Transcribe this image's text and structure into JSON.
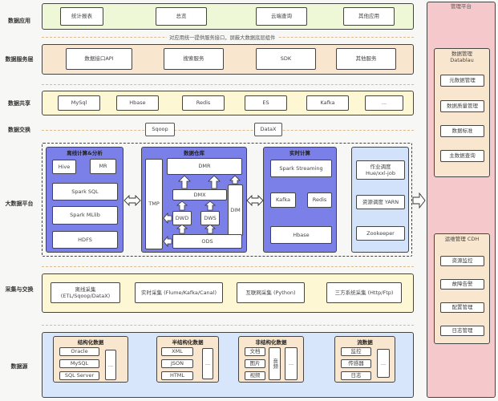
{
  "layers": {
    "application": {
      "label": "数据应用",
      "items": [
        "统计报表",
        "总览",
        "云端查询",
        "其他应用"
      ]
    },
    "service_note": "对应用统一提供服务接口，屏蔽大数据底层组件",
    "service": {
      "label": "数据服务层",
      "items": [
        "数据接口API",
        "搜索服务",
        "SDK",
        "其他服务"
      ]
    },
    "sharing": {
      "label": "数据共享",
      "items": [
        "MySql",
        "Hbase",
        "Redis",
        "ES",
        "Kafka",
        "..."
      ]
    },
    "exchange": {
      "label": "数据交换",
      "items": [
        "Sqoop",
        "DataX"
      ]
    },
    "platform": {
      "label": "大数据平台",
      "offline": {
        "title": "离线计算&分析",
        "items": [
          "Hive",
          "MR",
          "Spark SQL",
          "Spark MLlib",
          "HDFS"
        ]
      },
      "warehouse": {
        "title": "数据仓库",
        "tmp": "TMP",
        "dmr": "DMR",
        "dmx": "DMX",
        "dwd": "DWD",
        "dws": "DWS",
        "dim": "DIM",
        "ods": "ODS"
      },
      "realtime": {
        "title": "实时计算",
        "items": [
          "Spark Streaming",
          "Kafka",
          "Redis",
          "Hbase"
        ]
      },
      "scheduling": {
        "items": [
          {
            "line1": "作业调度",
            "line2": "Hue/xxl-job"
          },
          {
            "line1": "资源调度 YARN"
          },
          {
            "line1": "Zookeeper"
          }
        ]
      }
    },
    "collection": {
      "label": "采集与交换",
      "items": [
        {
          "line1": "离线采集",
          "line2": "(ETL/Sqoop/DataX)"
        },
        {
          "line1": "实时采集 (Flume/Kafka/Canal)"
        },
        {
          "line1": "互联网采集 (Python)"
        },
        {
          "line1": "三方系统采集 (Http/Ftp)"
        }
      ]
    },
    "sources": {
      "label": "数据源",
      "structured": {
        "title": "结构化数据",
        "items": [
          "Oracle",
          "MySQL",
          "SQL Server"
        ],
        "more": "..."
      },
      "semi": {
        "title": "半结构化数据",
        "items": [
          "XML",
          "JSON",
          "HTML"
        ],
        "more": "..."
      },
      "unstructured": {
        "title": "非结构化数据",
        "items": [
          "文档",
          "图片",
          "视频"
        ],
        "audio": "音频",
        "more": "..."
      },
      "streaming": {
        "title": "流数据",
        "items": [
          "监控",
          "传感器",
          "日志"
        ],
        "more": "..."
      }
    }
  },
  "management": {
    "title": "管理平台",
    "data_mgmt": {
      "title": "数据管理",
      "subtitle": "Datablau",
      "items": [
        "元数据管理",
        "数据质量管理",
        "数据标准",
        "主数据查询"
      ]
    },
    "ops_mgmt": {
      "title": "运维管理 CDH",
      "items": [
        "资源监控",
        "故障告警",
        "配置管理",
        "日志管理"
      ]
    }
  },
  "colors": {
    "application_bg": "#eef7d6",
    "service_bg": "#f9e6cf",
    "sharing_bg": "#fdf8d3",
    "compute_bg": "#7b7fe8",
    "schedule_bg": "#d3e2fb",
    "collection_bg": "#fdf8d3",
    "sources_bg": "#d8e6fb",
    "source_panel_bg": "#f9e6cf",
    "mgmt_bg": "#f5c9cc",
    "mgmt_inner_bg": "#f9e6cf"
  }
}
